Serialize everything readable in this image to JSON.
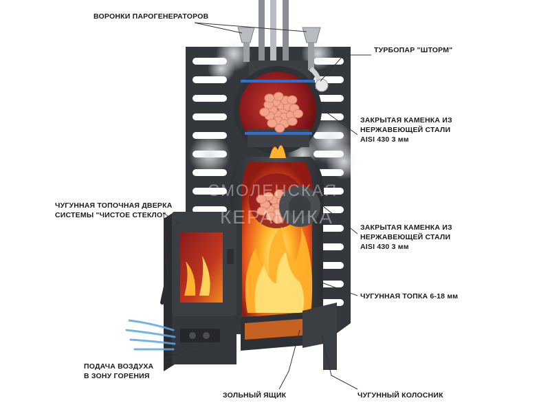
{
  "labels": {
    "steam_funnels": "ВОРОНКИ ПАРОГЕНЕРАТОРОВ",
    "turbo_steam": "ТУРБОПАР \"ШТОРМ\"",
    "upper_heater": [
      "ЗАКРЫТАЯ КАМЕНКА ИЗ",
      "НЕРЖАВЕЮЩЕЙ СТАЛИ",
      "AISI 430   3 мм"
    ],
    "lower_heater": [
      "ЗАКРЫТАЯ КАМЕНКА ИЗ",
      "НЕРЖАВЕЮЩЕЙ СТАЛИ",
      "AISI 430   3 мм"
    ],
    "firebox": "ЧУГУННАЯ ТОПКА 6-18 мм",
    "door": [
      "ЧУГУННАЯ ТОПОЧНАЯ ДВЕРКА",
      "СИСТЕМЫ \"ЧИСТОЕ СТЕКЛО\""
    ],
    "air_supply": [
      "ПОДАЧА ВОЗДУХА",
      "В ЗОНУ ГОРЕНИЯ"
    ],
    "ash_box": "ЗОЛЬНЫЙ ЯЩИК",
    "grate": "ЧУГУННЫЙ КОЛОСНИК"
  },
  "watermark": {
    "line1": "СМОЛЕНСКАЯ",
    "line2": "КЕРАМИКА"
  },
  "colors": {
    "metal": "#3a3d42",
    "metal_dark": "#24262a",
    "chamber_red": "#9a1d1e",
    "flame": "#f5861a",
    "stone": "#f2a58a",
    "steam_blue": "#5aa7e0",
    "leader": "#333333"
  }
}
